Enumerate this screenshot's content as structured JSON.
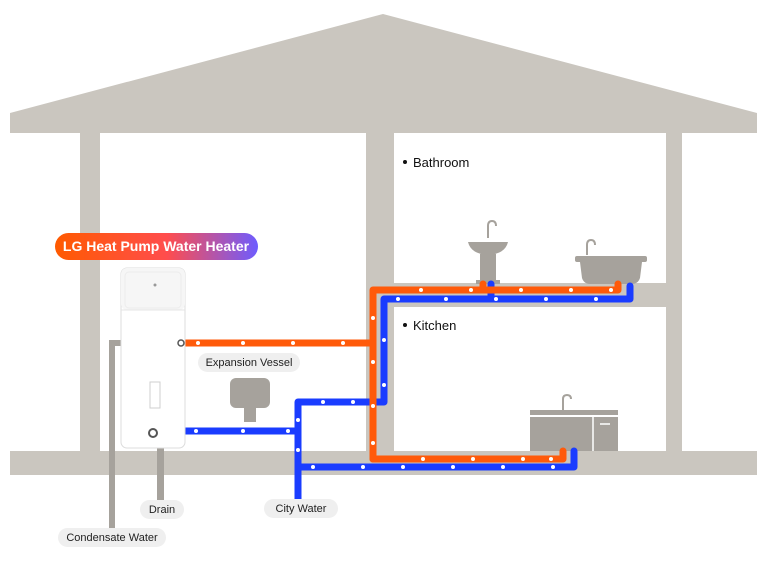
{
  "heater_banner": "LG Heat Pump Water Heater",
  "rooms": {
    "bathroom": "Bathroom",
    "kitchen": "Kitchen"
  },
  "labels": {
    "expansion_vessel": "Expansion Vessel",
    "drain": "Drain",
    "city_water": "City Water",
    "condensate_water": "Condensate Water"
  },
  "colors": {
    "house": "#cac6bf",
    "hot_pipe": "#ff5a0a",
    "cold_pipe": "#1a3cff",
    "fixture": "#a6a29c",
    "banner_start": "#ff5a00",
    "banner_end": "#7a5cff"
  }
}
